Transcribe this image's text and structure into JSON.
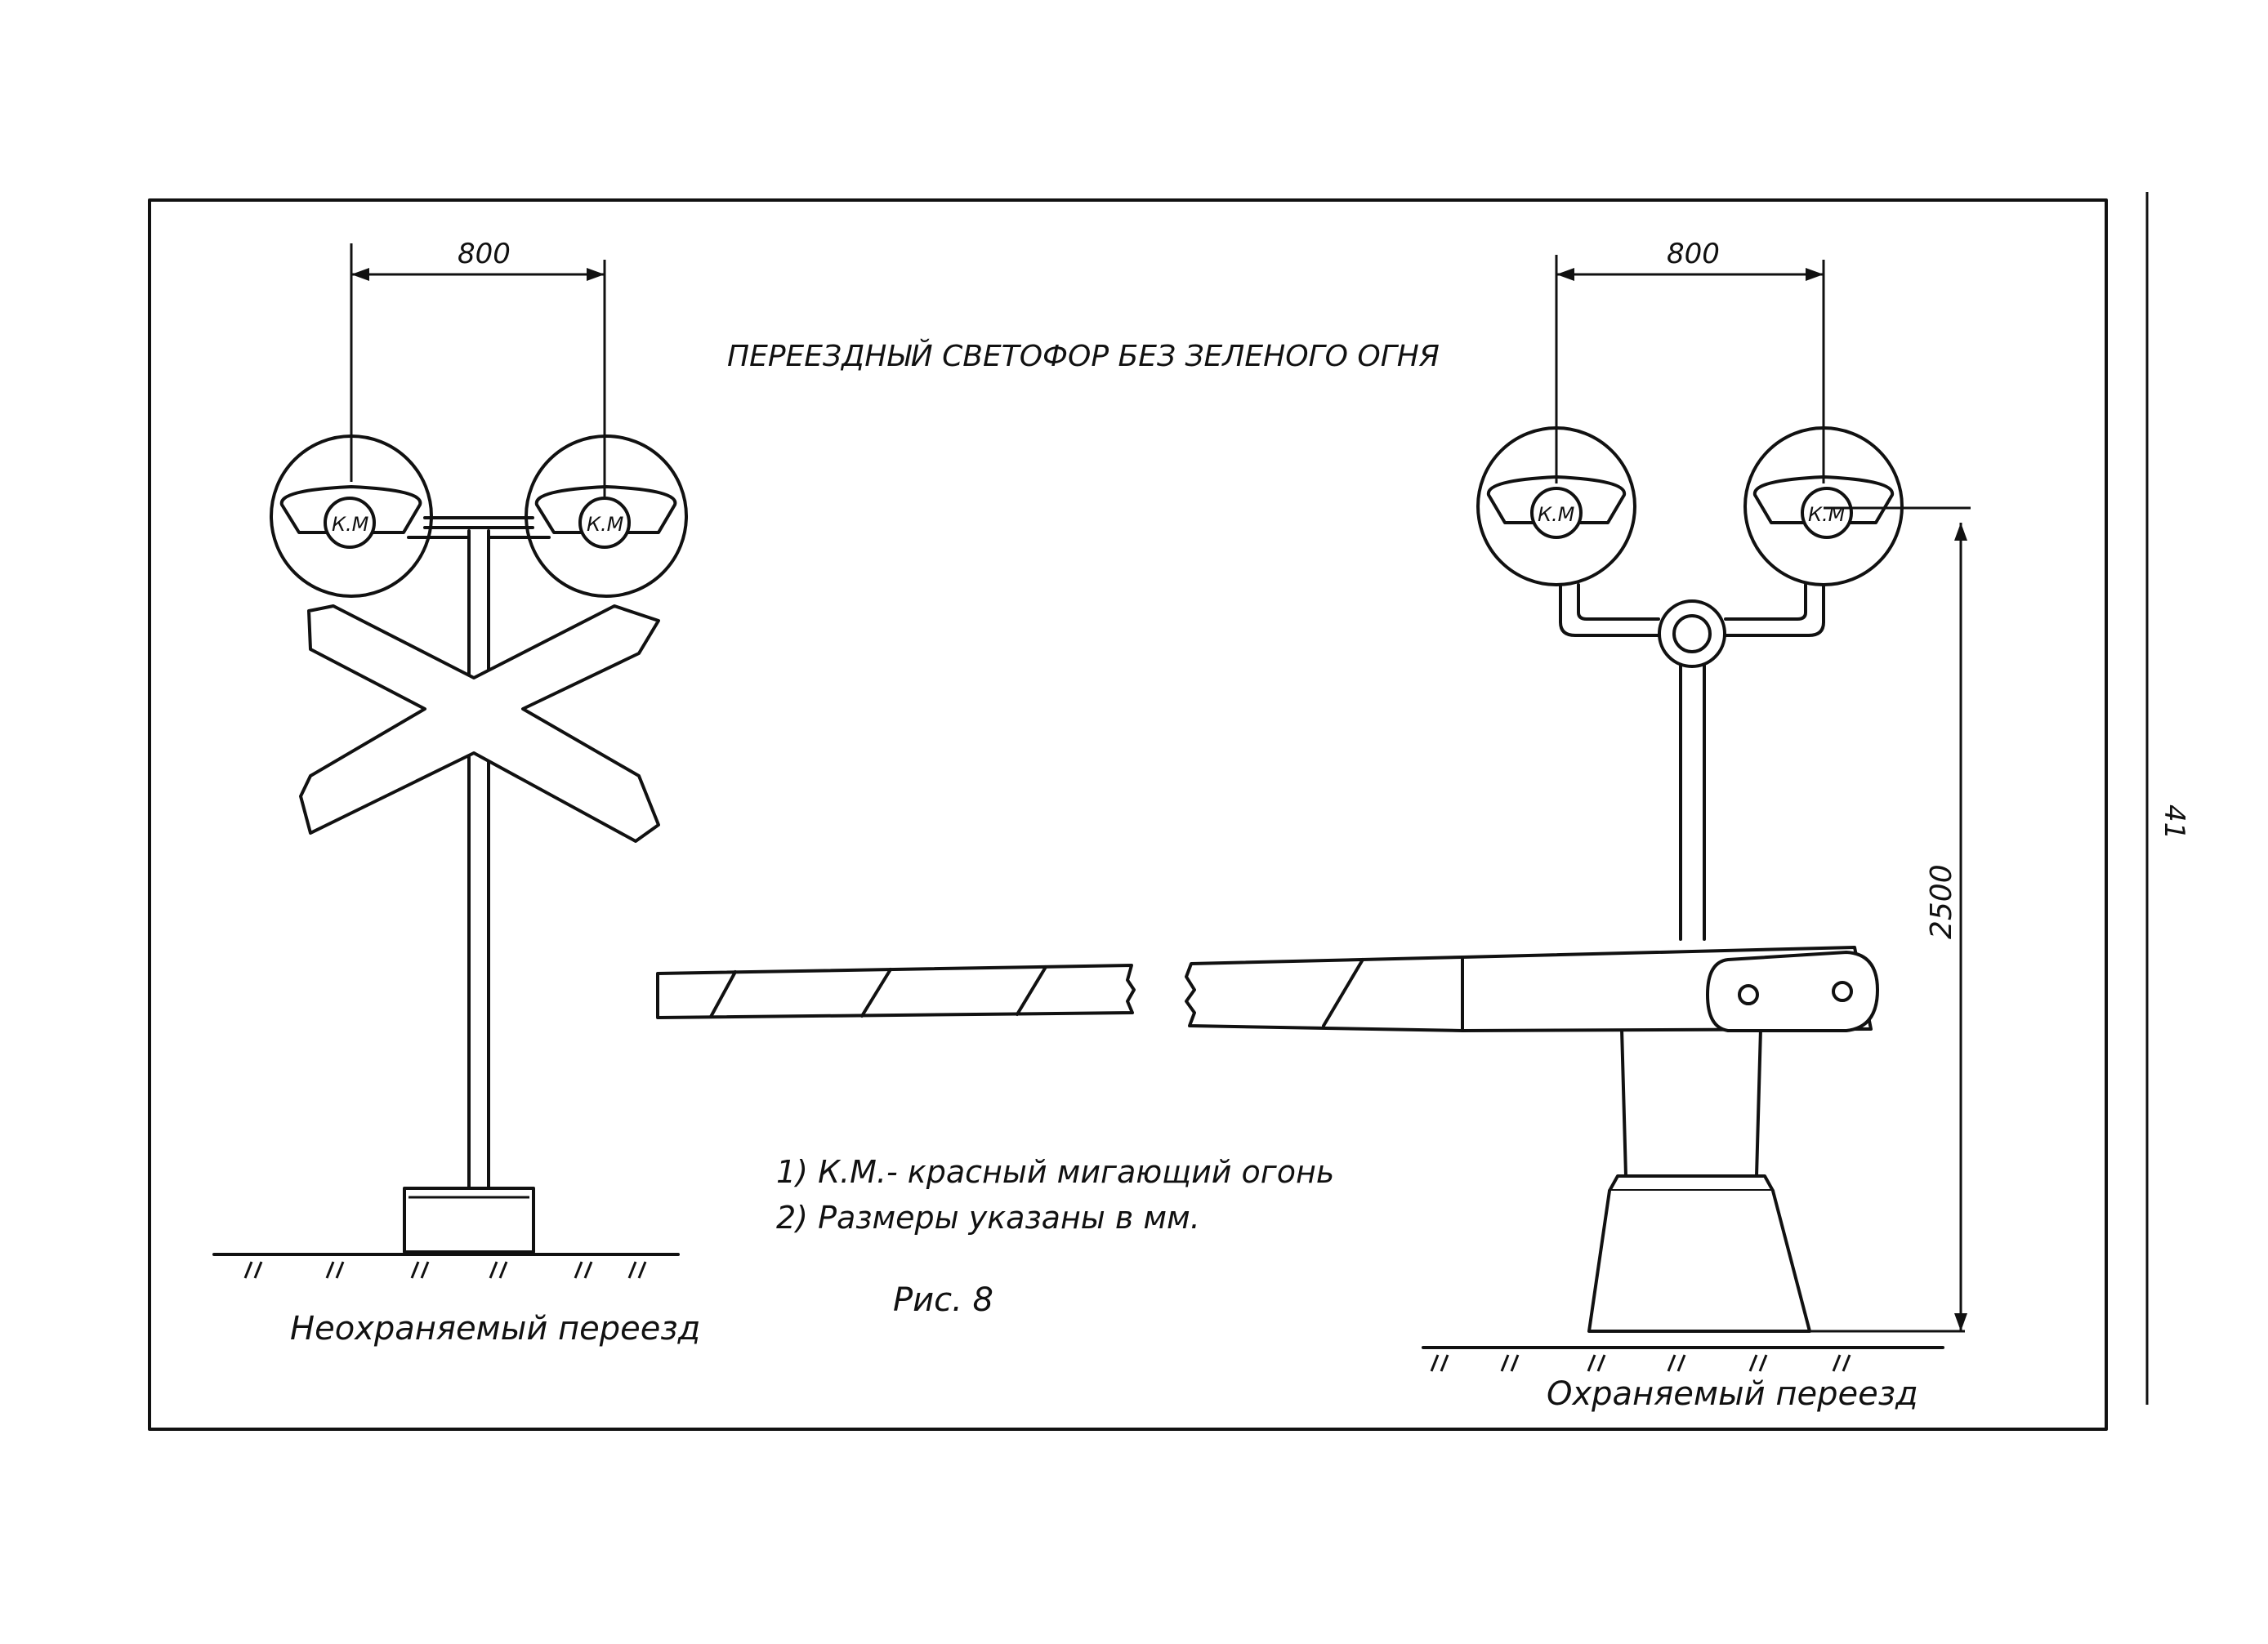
{
  "title": "ПЕРЕЕЗДНЫЙ СВЕТОФОР БЕЗ ЗЕЛЕНОГО ОГНЯ",
  "figure_label": "Рис. 8",
  "page_number": "41",
  "notes": [
    "1) К.М.- красный мигающий огонь",
    "2) Размеры указаны в мм."
  ],
  "left_signal": {
    "caption": "Неохраняемый переезд",
    "spacing_dimension": "800",
    "lamp_label": "К.М"
  },
  "right_signal": {
    "caption": "Охраняемый переезд",
    "spacing_dimension": "800",
    "height_dimension": "2500",
    "lamp_label": "К.М"
  }
}
